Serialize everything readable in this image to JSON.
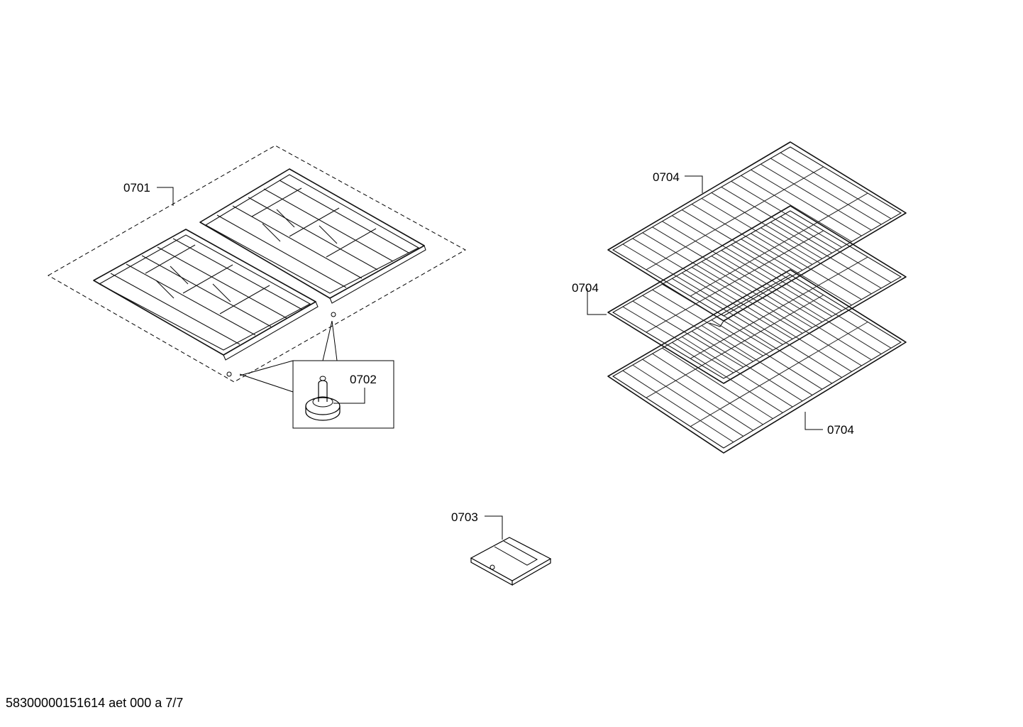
{
  "callouts": {
    "grates": "0701",
    "grate_foot": "0702",
    "bracket": "0703",
    "rack_top": "0704",
    "rack_middle": "0704",
    "rack_bottom": "0704"
  },
  "footer": "58300000151614 aet 000 a 7/7"
}
